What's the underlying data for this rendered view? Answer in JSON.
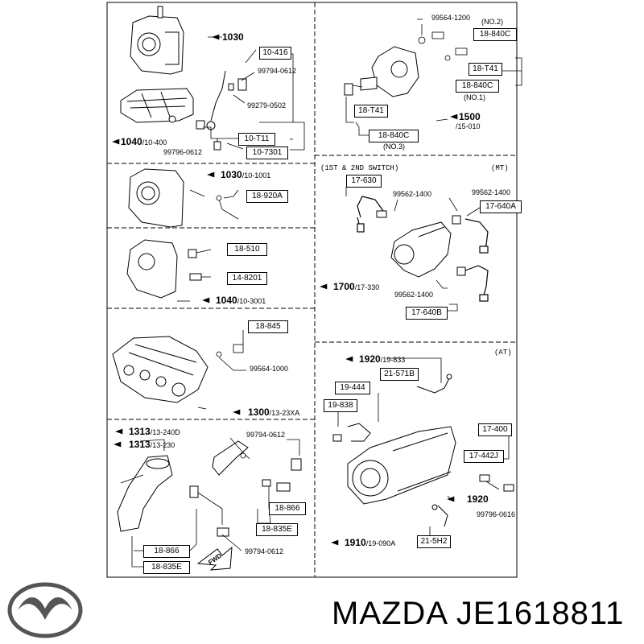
{
  "brand": {
    "text": "MAZDA JE1618811"
  },
  "panel_left_1": {
    "refs": [
      {
        "id": "1030",
        "suffix": ""
      },
      {
        "id": "1040",
        "suffix": "/10-400"
      }
    ],
    "labels": [
      "99794-0612",
      "99279-0502",
      "99796-0612"
    ],
    "boxes": [
      "10-416",
      "10-T11",
      "10-7301"
    ]
  },
  "panel_right_1": {
    "refs": [
      {
        "id": "1500",
        "suffix": "/15-010"
      }
    ],
    "labels": [
      "99564-1200",
      "(NO.2)",
      "(NO.1)",
      "(NO.3)"
    ],
    "boxes": [
      "18-840C",
      "18-T41",
      "18-840C",
      "18-T41",
      "18-840C"
    ]
  },
  "panel_left_2": {
    "refs": [
      {
        "id": "1030",
        "suffix": "/10-1001"
      }
    ],
    "boxes": [
      "18-920A"
    ]
  },
  "panel_left_3": {
    "refs": [
      {
        "id": "1040",
        "suffix": "/10-3001"
      }
    ],
    "boxes": [
      "18-510",
      "14-8201"
    ]
  },
  "panel_left_4": {
    "refs": [
      {
        "id": "1300",
        "suffix": "/13-23XA"
      }
    ],
    "labels": [
      "99564-1000"
    ],
    "boxes": [
      "18-845"
    ]
  },
  "panel_left_5": {
    "refs": [
      {
        "id": "1313",
        "suffix": "/13-240D"
      },
      {
        "id": "1313",
        "suffix": "/13-230"
      }
    ],
    "labels": [
      "99794-0612",
      "99794-0612",
      "FWD"
    ],
    "boxes": [
      "18-866",
      "18-835E",
      "18-866",
      "18-835E"
    ]
  },
  "panel_right_2": {
    "title": "(1ST & 2ND SWITCH)",
    "tag": "(MT)",
    "refs": [
      {
        "id": "1700",
        "suffix": "/17-330"
      }
    ],
    "labels": [
      "99562-1400",
      "99562-1400",
      "99562-1400"
    ],
    "boxes": [
      "17-630",
      "17-640A",
      "17-640B"
    ]
  },
  "panel_right_3": {
    "tag": "(AT)",
    "refs": [
      {
        "id": "1920",
        "suffix": "/19-833"
      },
      {
        "id": "1920",
        "suffix": ""
      },
      {
        "id": "1910",
        "suffix": "/19-090A"
      }
    ],
    "labels": [
      "99796-0616"
    ],
    "boxes": [
      "21-571B",
      "19-444",
      "19-838",
      "17-400",
      "17-442J",
      "21-5H2"
    ]
  }
}
